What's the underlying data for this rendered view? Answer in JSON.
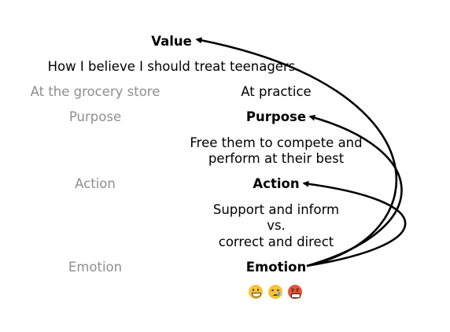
{
  "value": {
    "label": "Value",
    "text": "How I believe I should treat teenagers"
  },
  "columns": {
    "left": "At the grocery store",
    "right": "At practice"
  },
  "rows": {
    "purpose": {
      "left": "Purpose",
      "right": "Purpose",
      "detail": [
        "Free them to compete and",
        "perform at their best"
      ]
    },
    "action": {
      "left": "Action",
      "right": "Action",
      "detail": [
        "Support and inform",
        "vs.",
        "correct and direct"
      ]
    },
    "emotion": {
      "left": "Emotion",
      "right": "Emotion"
    }
  },
  "emotion_icons": [
    "grinning-face-icon",
    "crying-face-icon",
    "angry-face-icon"
  ],
  "colors": {
    "muted_text": "#8e8e8e",
    "arrow": "#000000",
    "emoji_yellow": "#f5c33b",
    "emoji_red": "#e0553a"
  }
}
